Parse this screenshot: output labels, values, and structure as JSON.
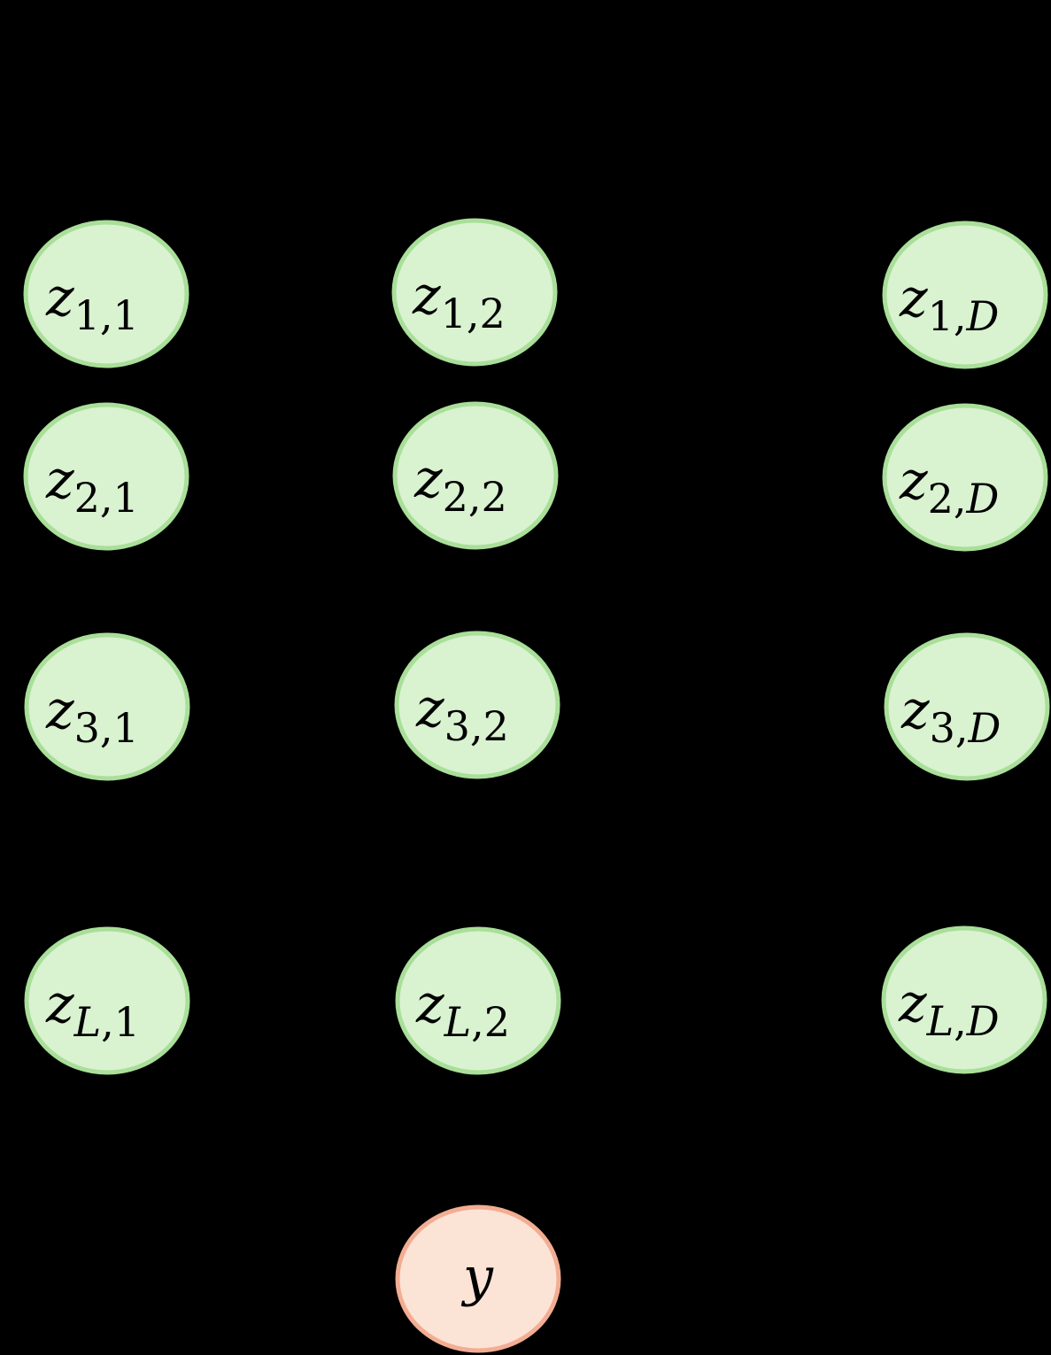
{
  "colors": {
    "background": "#000000",
    "latent_fill": "#d9f2d0",
    "latent_stroke": "#a9df99",
    "output_fill": "#fbe3d6",
    "output_stroke": "#f2ad92",
    "text": "#000000"
  },
  "nodes": {
    "z_1_1": {
      "base": "z",
      "sub": "1,1"
    },
    "z_1_2": {
      "base": "z",
      "sub": "1,2"
    },
    "z_1_D": {
      "base": "z",
      "sub": "1,D"
    },
    "z_2_1": {
      "base": "z",
      "sub": "2,1"
    },
    "z_2_2": {
      "base": "z",
      "sub": "2,2"
    },
    "z_2_D": {
      "base": "z",
      "sub": "2,D"
    },
    "z_3_1": {
      "base": "z",
      "sub": "3,1"
    },
    "z_3_2": {
      "base": "z",
      "sub": "3,2"
    },
    "z_3_D": {
      "base": "z",
      "sub": "3,D"
    },
    "z_L_1": {
      "base": "z",
      "sub": "L,1"
    },
    "z_L_2": {
      "base": "z",
      "sub": "L,2"
    },
    "z_L_D": {
      "base": "z",
      "sub": "L,D"
    },
    "y": {
      "base": "y",
      "sub": ""
    }
  }
}
